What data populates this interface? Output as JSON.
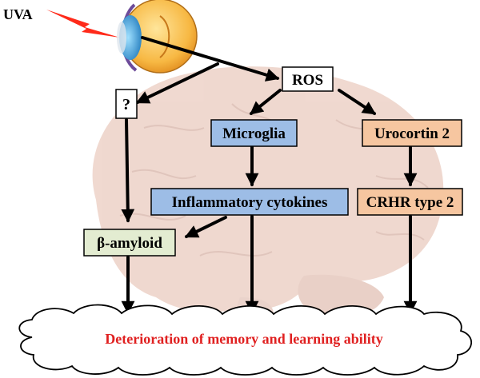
{
  "diagram": {
    "source_label": "UVA",
    "nodes": {
      "unknown": "?",
      "ros": "ROS",
      "microglia": "Microglia",
      "urocortin": "Urocortin 2",
      "cytokines": "Inflammatory cytokines",
      "crhr": "CRHR type 2",
      "amyloid": "β-amyloid",
      "outcome": "Deterioration of memory and learning ability"
    },
    "colors": {
      "microglia_fill": "#9dbde6",
      "cytokines_fill": "#9dbde6",
      "urocortin_fill": "#f6c6a0",
      "crhr_fill": "#f6c6a0",
      "amyloid_fill": "#e3ecd1",
      "plain_fill": "#ffffff",
      "outcome_text": "#e02020",
      "lightning": "#ff2a1a",
      "brain": "#e7c9bd",
      "arrow": "#000000"
    }
  }
}
